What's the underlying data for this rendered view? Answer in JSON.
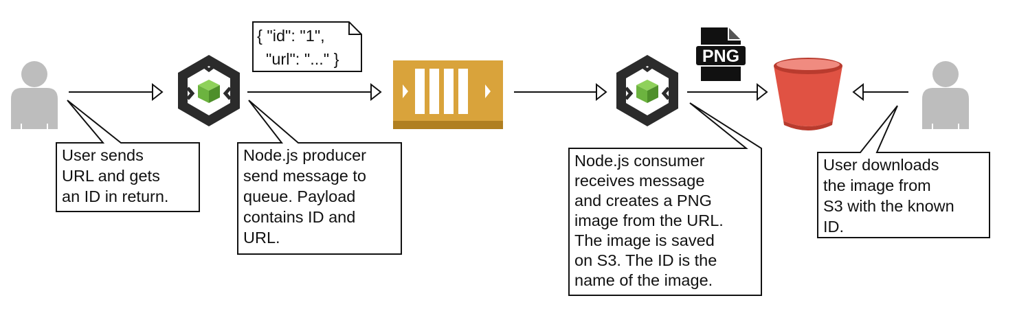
{
  "user_left": {
    "icon": "user-icon"
  },
  "producer": {
    "icon": "ec2-instance-icon"
  },
  "queue": {
    "icon": "sqs-queue-icon"
  },
  "consumer": {
    "icon": "ec2-instance-icon"
  },
  "png_file": {
    "icon": "png-file-icon",
    "label": "PNG"
  },
  "s3_bucket": {
    "icon": "s3-bucket-icon"
  },
  "user_right": {
    "icon": "user-icon"
  },
  "message_note": {
    "lines": [
      "{ \"id\": \"1\",",
      "\"url\": \"...\" }"
    ]
  },
  "callouts": {
    "user_sends": {
      "lines": [
        "User sends",
        "URL and gets",
        "an ID in return."
      ]
    },
    "producer": {
      "lines": [
        "Node.js producer",
        "send message to",
        "queue. Payload",
        "contains ID and",
        "URL."
      ]
    },
    "consumer": {
      "lines": [
        "Node.js consumer",
        "receives message",
        "and creates a PNG",
        "image from the URL.",
        "The image is saved",
        "on S3. The ID is the",
        "name of the image."
      ]
    },
    "user_downloads": {
      "lines": [
        "User downloads",
        "the image from",
        "S3 with the known",
        "ID."
      ]
    }
  },
  "colors": {
    "user_gray": "#bdbdbd",
    "hexagon": "#2b2b2b",
    "cube_green": "#6cb33f",
    "queue_gold": "#d9a33b",
    "queue_dark": "#b07f20",
    "bucket_red": "#e05243",
    "bucket_dark": "#b93b2e",
    "line": "#111111"
  }
}
